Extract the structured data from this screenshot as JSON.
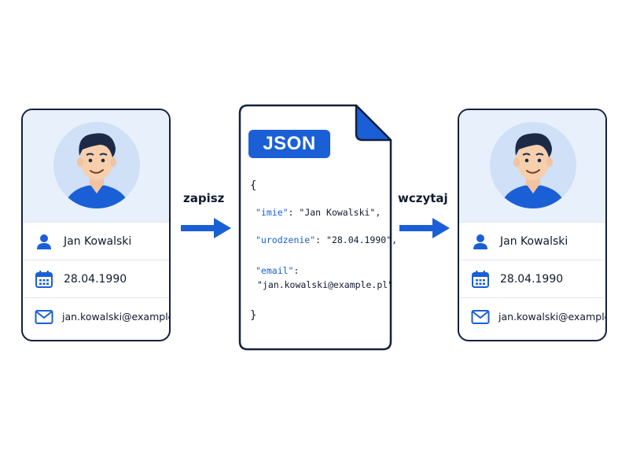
{
  "left_card": {
    "name": "Jan Kowalski",
    "birthdate": "28.04.1990",
    "email": "jan.kowalski@example.pl"
  },
  "right_card": {
    "name": "Jan Kowalski",
    "birthdate": "28.04.1990",
    "email": "jan.kowalski@example.pl"
  },
  "arrows": {
    "save_label": "zapisz",
    "load_label": "wczytaj"
  },
  "json_file": {
    "badge": "JSON",
    "open_brace": "{",
    "close_brace": "}",
    "fields": [
      {
        "key": "\"imie\"",
        "sep": ": ",
        "value": "\"Jan Kowalski\","
      },
      {
        "key": "\"urodzenie\"",
        "sep": ": ",
        "value": "\"28.04.1990\","
      },
      {
        "key": "\"email\"",
        "sep": ":",
        "value": "\"jan.kowalski@example.pl\""
      }
    ]
  },
  "colors": {
    "accent": "#1a5fd6",
    "outline": "#14213d",
    "card_header_bg": "#e8f0fb"
  }
}
